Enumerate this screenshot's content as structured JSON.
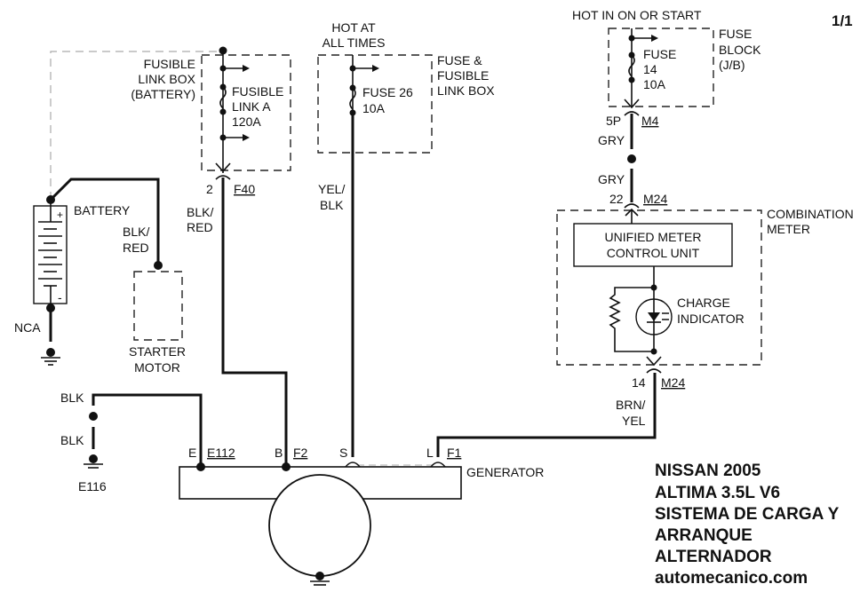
{
  "page_indicator": "1/1",
  "title_block": {
    "line1": "NISSAN 2005",
    "line2": "ALTIMA 3.5L V6",
    "line3": "SISTEMA DE CARGA Y",
    "line4": "ARRANQUE",
    "line5": "ALTERNADOR",
    "website": "automecanico.com"
  },
  "fusible_link_box": {
    "label_lines": [
      "FUSIBLE",
      "LINK BOX",
      "(BATTERY)"
    ],
    "fuse_lines": [
      "FUSIBLE",
      "LINK A",
      "120A"
    ],
    "connector_pin": "2",
    "connector_id": "F40",
    "wire_color": [
      "BLK/",
      "RED"
    ]
  },
  "fuse_26_box": {
    "power_label": [
      "HOT AT",
      "ALL TIMES"
    ],
    "label_lines": [
      "FUSE &",
      "FUSIBLE",
      "LINK BOX"
    ],
    "fuse_lines": [
      "FUSE 26",
      "10A"
    ],
    "wire_color": [
      "YEL/",
      "BLK"
    ]
  },
  "fuse_block": {
    "power_label": "HOT IN ON OR START",
    "label_lines": [
      "FUSE",
      "BLOCK",
      "(J/B)"
    ],
    "fuse_lines": [
      "FUSE",
      "14",
      "10A"
    ],
    "connector_pin": "5P",
    "connector_id": "M4",
    "wire_color_1": "GRY",
    "wire_color_2": "GRY"
  },
  "combination_meter": {
    "label_lines": [
      "COMBINATION",
      "METER"
    ],
    "input_pin": "22",
    "input_connector": "M24",
    "control_unit": [
      "UNIFIED METER",
      "CONTROL UNIT"
    ],
    "indicator": [
      "CHARGE",
      "INDICATOR"
    ],
    "output_pin": "14",
    "output_connector": "M24",
    "wire_color": [
      "BRN/",
      "YEL"
    ]
  },
  "battery": {
    "label": "BATTERY",
    "plus": "+",
    "minus": "-",
    "ground_wire": "NCA",
    "starter_wire": [
      "BLK/",
      "RED"
    ]
  },
  "starter_motor": {
    "label_lines": [
      "STARTER",
      "MOTOR"
    ]
  },
  "ground": {
    "wire_top": "BLK",
    "wire_bottom": "BLK",
    "ground_id": "E116"
  },
  "generator": {
    "label": "GENERATOR",
    "terminals": [
      {
        "name": "E",
        "connector": "E112"
      },
      {
        "name": "B",
        "connector": "F2"
      },
      {
        "name": "S",
        "connector": ""
      },
      {
        "name": "L",
        "connector": "F1"
      }
    ]
  }
}
